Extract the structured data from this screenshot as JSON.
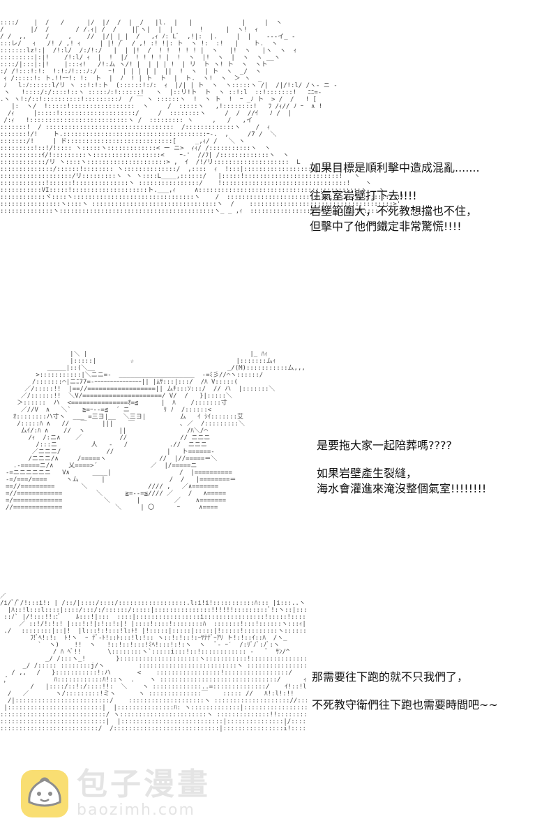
{
  "panels": [
    {
      "lines": [
        "如果目標是順利擊中造成混亂.......",
        "",
        "往氣室岩壁打下去!!!!",
        "岩壁範圍大，不死教想擋也不住，",
        "但擊中了他們鐵定非常驚慌!!!!"
      ]
    },
    {
      "lines": [
        "是要拖大家一起陪葬嗎????",
        "",
        "如果岩壁產生裂縫，",
        "海水會灌進來淹沒整個氣室!!!!!!!!"
      ]
    },
    {
      "lines": [
        "那需要往下跑的就不只我們了，",
        "",
        "不死教守衛們往下跑也需要時間吧~~"
      ]
    }
  ],
  "watermark": {
    "name": "包子漫畫",
    "url": "baozimh.com",
    "logo_icon": "bun-mascot-icon",
    "colors": {
      "logo_yellow": "#f5c400",
      "logo_outline": "#333333"
    }
  }
}
